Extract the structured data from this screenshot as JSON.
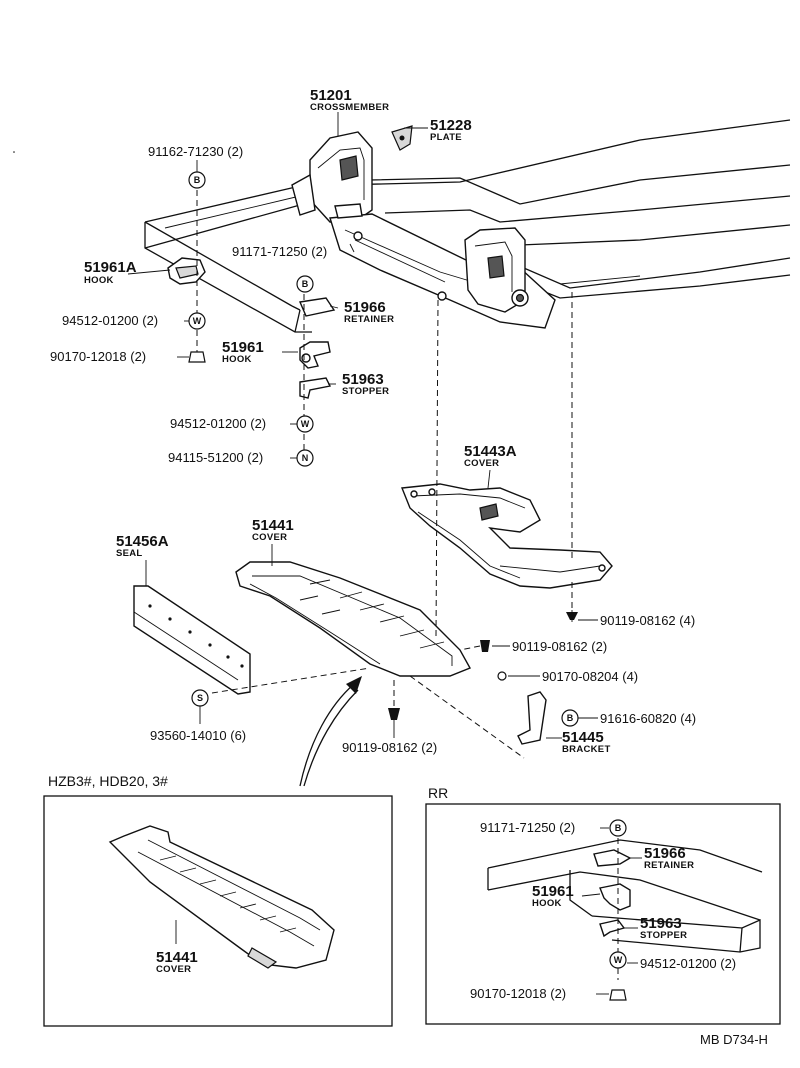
{
  "diagram": {
    "parts": {
      "crossmember": {
        "number": "51201",
        "name": "CROSSMEMBER"
      },
      "plate": {
        "number": "51228",
        "name": "PLATE"
      },
      "bolt_91162": {
        "number": "91162-71230 (2)",
        "symbol": "B"
      },
      "bolt_91171": {
        "number": "91171-71250 (2)"
      },
      "hook_51961a": {
        "number": "51961A",
        "name": "HOOK"
      },
      "bolt_b_small": {
        "symbol": "B"
      },
      "retainer": {
        "number": "51966",
        "name": "RETAINER"
      },
      "washer_94512_a": {
        "number": "94512-01200 (2)",
        "symbol": "W"
      },
      "nut_90170_a": {
        "number": "90170-12018 (2)"
      },
      "hook_51961": {
        "number": "51961",
        "name": "HOOK"
      },
      "stopper": {
        "number": "51963",
        "name": "STOPPER"
      },
      "washer_94512_b": {
        "number": "94512-01200 (2)",
        "symbol": "W"
      },
      "nut_94115": {
        "number": "94115-51200 (2)",
        "symbol": "N"
      },
      "cover_51443a": {
        "number": "51443A",
        "name": "COVER"
      },
      "seal": {
        "number": "51456A",
        "name": "SEAL"
      },
      "cover_51441": {
        "number": "51441",
        "name": "COVER"
      },
      "bolt_90119_a": {
        "number": "90119-08162 (4)"
      },
      "bolt_90119_b": {
        "number": "90119-08162 (2)"
      },
      "nut_90170_b": {
        "number": "90170-08204 (4)"
      },
      "bolt_91616": {
        "number": "91616-60820 (4)",
        "symbol": "B"
      },
      "bracket": {
        "number": "51445",
        "name": "BRACKET"
      },
      "screw_93560": {
        "number": "93560-14010 (6)",
        "symbol": "S"
      },
      "bolt_90119_c": {
        "number": "90119-08162 (2)"
      }
    },
    "inset_left": {
      "title": "HZB3#, HDB20, 3#",
      "cover": {
        "number": "51441",
        "name": "COVER"
      }
    },
    "inset_right": {
      "title": "RR",
      "bolt": {
        "number": "91171-71250 (2)",
        "symbol": "B"
      },
      "retainer": {
        "number": "51966",
        "name": "RETAINER"
      },
      "hook": {
        "number": "51961",
        "name": "HOOK"
      },
      "stopper": {
        "number": "51963",
        "name": "STOPPER"
      },
      "washer": {
        "number": "94512-01200 (2)",
        "symbol": "W"
      },
      "nut": {
        "number": "90170-12018 (2)"
      }
    },
    "drawing_code": "MB D734-H"
  }
}
